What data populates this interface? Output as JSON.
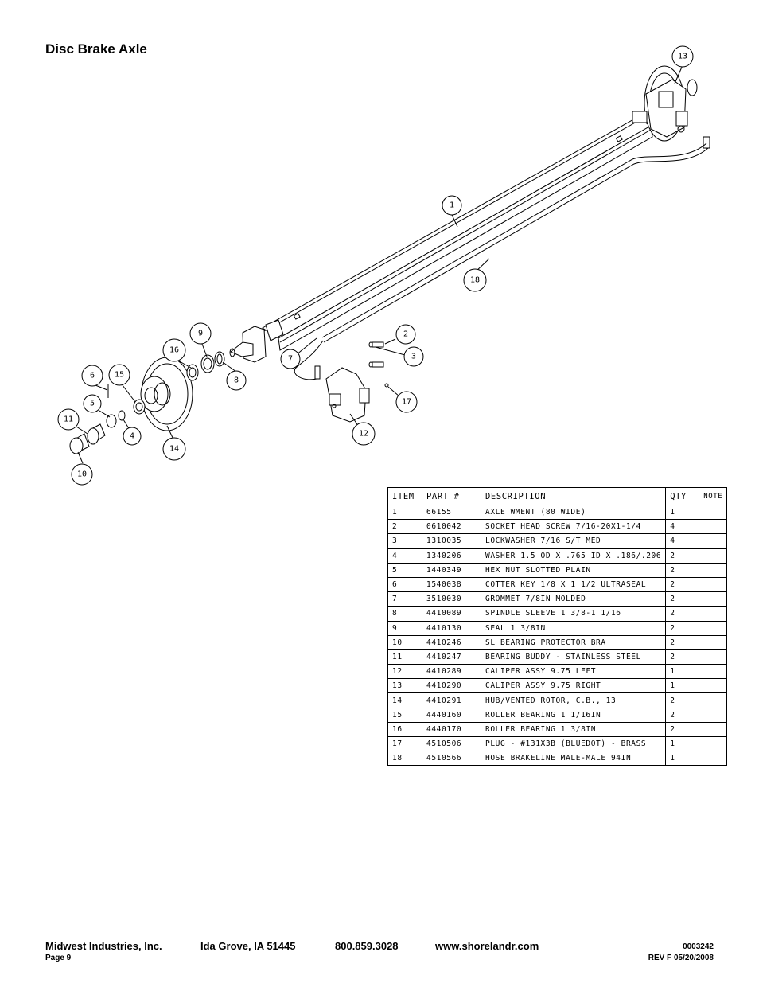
{
  "title": "Disc Brake Axle",
  "callouts": [
    "1",
    "2",
    "3",
    "4",
    "5",
    "6",
    "7",
    "8",
    "9",
    "10",
    "11",
    "12",
    "13",
    "14",
    "15",
    "16",
    "17",
    "18"
  ],
  "table": {
    "headers": {
      "item": "ITEM",
      "part": "PART #",
      "description": "DESCRIPTION",
      "qty": "QTY",
      "note": "NOTE"
    },
    "rows": [
      {
        "item": "1",
        "part": "66155",
        "description": "AXLE WMENT (80 WIDE)",
        "qty": "1"
      },
      {
        "item": "2",
        "part": "0610042",
        "description": "SOCKET HEAD SCREW 7/16-20X1-1/4",
        "qty": "4"
      },
      {
        "item": "3",
        "part": "1310035",
        "description": "LOCKWASHER 7/16 S/T MED",
        "qty": "4"
      },
      {
        "item": "4",
        "part": "1340206",
        "description": "WASHER 1.5 OD X .765 ID X .186/.206",
        "qty": "2"
      },
      {
        "item": "5",
        "part": "1440349",
        "description": "HEX NUT SLOTTED PLAIN",
        "qty": "2"
      },
      {
        "item": "6",
        "part": "1540038",
        "description": "COTTER KEY 1/8 X 1 1/2 ULTRASEAL",
        "qty": "2"
      },
      {
        "item": "7",
        "part": "3510030",
        "description": "GROMMET  7/8IN MOLDED",
        "qty": "2"
      },
      {
        "item": "8",
        "part": "4410089",
        "description": "SPINDLE SLEEVE  1 3/8-1 1/16",
        "qty": "2"
      },
      {
        "item": "9",
        "part": "4410130",
        "description": "SEAL  1 3/8IN",
        "qty": "2"
      },
      {
        "item": "10",
        "part": "4410246",
        "description": "SL BEARING PROTECTOR BRA",
        "qty": "2"
      },
      {
        "item": "11",
        "part": "4410247",
        "description": "BEARING BUDDY - STAINLESS STEEL",
        "qty": "2"
      },
      {
        "item": "12",
        "part": "4410289",
        "description": "CALIPER ASSY 9.75 LEFT",
        "qty": "1"
      },
      {
        "item": "13",
        "part": "4410290",
        "description": "CALIPER ASSY 9.75 RIGHT",
        "qty": "1"
      },
      {
        "item": "14",
        "part": "4410291",
        "description": "HUB/VENTED ROTOR, C.B.,  13",
        "qty": "2"
      },
      {
        "item": "15",
        "part": "4440160",
        "description": "ROLLER BEARING   1 1/16IN",
        "qty": "2"
      },
      {
        "item": "16",
        "part": "4440170",
        "description": "ROLLER BEARING   1 3/8IN",
        "qty": "2"
      },
      {
        "item": "17",
        "part": "4510506",
        "description": "PLUG - #131X3B (BLUEDOT) - BRASS",
        "qty": "1"
      },
      {
        "item": "18",
        "part": "4510566",
        "description": "HOSE BRAKELINE MALE-MALE 94IN",
        "qty": "1"
      }
    ]
  },
  "footer": {
    "company": "Midwest Industries, Inc.",
    "city": "Ida Grove, IA  51445",
    "phone": "800.859.3028",
    "website": "www.shorelandr.com",
    "page": "Page 9",
    "doc_number": "0003242",
    "revision": "REV F  05/20/2008"
  }
}
